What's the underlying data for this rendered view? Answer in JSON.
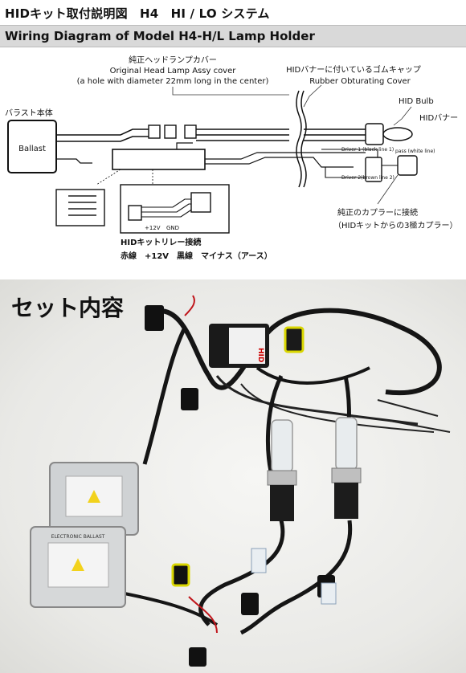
{
  "header": {
    "title": "HIDキット取付説明図　H4　HI / LO システム",
    "subtitle": "Wiring Diagram of Model H4-H/L Lamp Holder"
  },
  "diagram": {
    "cover_jp": "純正ヘッドランプカバー",
    "cover_en1": "Original Head Lamp Assy cover",
    "cover_en2": "(a hole with diameter 22mm long in the center)",
    "rubber_jp": "HIDバナーに付いているゴムキャップ",
    "rubber_en": "Rubber Obturating Cover",
    "bulb": "HID Bulb",
    "burner": "HIDバナー",
    "ballast_body": "バラスト本体",
    "ballast": "Ballast",
    "driver1": "Driver 1 (black line 1)",
    "pass": "pass (white line)",
    "driver2": "Driver 2(brown line 2)",
    "v12": "+12V",
    "gnd": "GND",
    "coupler_jp1": "純正のカプラーに接続",
    "coupler_jp2": "（HIDキットからの3極カプラー）",
    "relay_title": "HIDキットリレー接続",
    "relay_desc": "赤線　+12V　黒線　マイナス（アース）"
  },
  "photo": {
    "title": "セット内容",
    "relay_mark": "HID",
    "ballast_label": "ELECTRONIC BALLAST"
  }
}
